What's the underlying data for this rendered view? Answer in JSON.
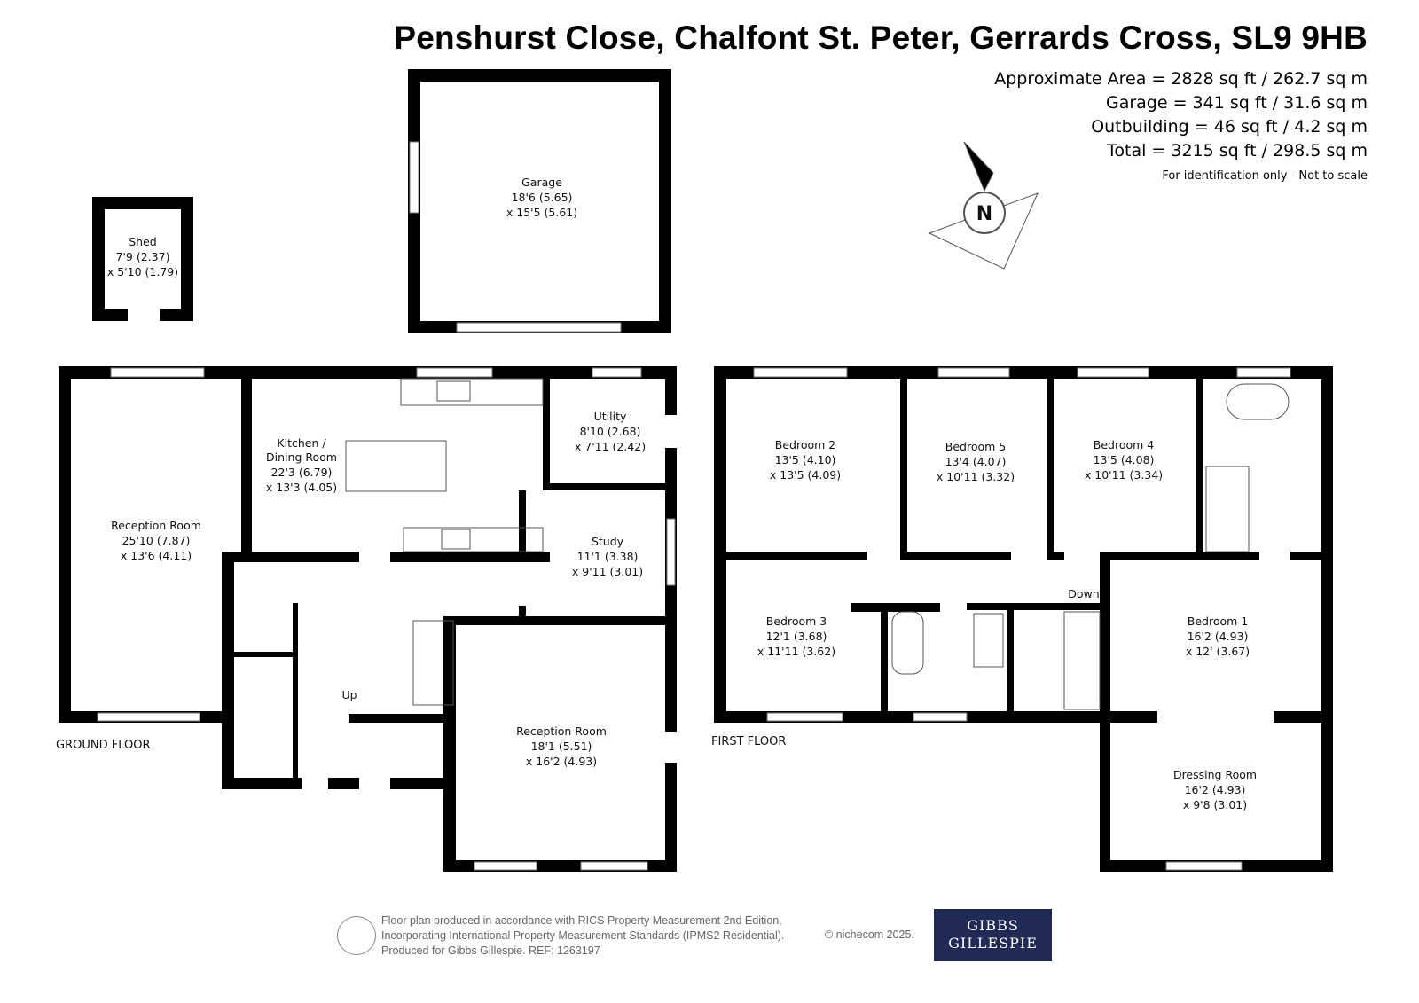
{
  "title": "Penshurst Close, Chalfont St. Peter, Gerrards Cross, SL9 9HB",
  "areas": {
    "approx": "Approximate Area = 2828 sq ft / 262.7 sq m",
    "garage": "Garage = 341 sq ft / 31.6 sq m",
    "outbuilding": "Outbuilding = 46 sq ft / 4.2 sq m",
    "total": "Total = 3215 sq ft / 298.5 sq m",
    "note": "For identification only - Not to scale"
  },
  "compass": {
    "letter": "N"
  },
  "floors": {
    "ground": "GROUND FLOOR",
    "first": "FIRST FLOOR"
  },
  "stairs": {
    "up": "Up",
    "down": "Down"
  },
  "rooms": {
    "garage": {
      "name": "Garage",
      "d1": "18'6 (5.65)",
      "d2": "x 15'5 (5.61)"
    },
    "shed": {
      "name": "Shed",
      "d1": "7'9 (2.37)",
      "d2": "x 5'10 (1.79)"
    },
    "reception1": {
      "name": "Reception Room",
      "d1": "25'10 (7.87)",
      "d2": "x 13'6 (4.11)"
    },
    "kitchen": {
      "name": "Kitchen /",
      "name2": "Dining Room",
      "d1": "22'3 (6.79)",
      "d2": "x 13'3 (4.05)"
    },
    "utility": {
      "name": "Utility",
      "d1": "8'10 (2.68)",
      "d2": "x 7'11 (2.42)"
    },
    "study": {
      "name": "Study",
      "d1": "11'1 (3.38)",
      "d2": "x 9'11 (3.01)"
    },
    "reception2": {
      "name": "Reception Room",
      "d1": "18'1 (5.51)",
      "d2": "x 16'2 (4.93)"
    },
    "bedroom2": {
      "name": "Bedroom 2",
      "d1": "13'5 (4.10)",
      "d2": "x 13'5 (4.09)"
    },
    "bedroom5": {
      "name": "Bedroom 5",
      "d1": "13'4 (4.07)",
      "d2": "x 10'11 (3.32)"
    },
    "bedroom4": {
      "name": "Bedroom 4",
      "d1": "13'5 (4.08)",
      "d2": "x 10'11 (3.34)"
    },
    "bedroom3": {
      "name": "Bedroom 3",
      "d1": "12'1 (3.68)",
      "d2": "x 11'11 (3.62)"
    },
    "bedroom1": {
      "name": "Bedroom 1",
      "d1": "16'2 (4.93)",
      "d2": "x 12' (3.67)"
    },
    "dressing": {
      "name": "Dressing Room",
      "d1": "16'2 (4.93)",
      "d2": "x 9'8 (3.01)"
    }
  },
  "footer": {
    "line1": "Floor plan produced in accordance with RICS Property Measurement 2nd Edition,",
    "line2": "Incorporating International Property Measurement Standards (IPMS2 Residential).",
    "line3": "Produced for Gibbs Gillespie.   REF: 1263197",
    "copyright": "© nichecom 2025."
  },
  "logo": {
    "line1": "GIBBS",
    "line2": "GILLESPIE"
  }
}
